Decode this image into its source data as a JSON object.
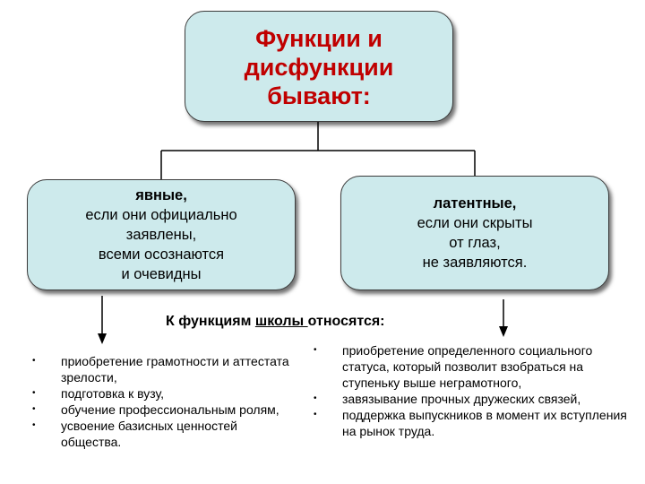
{
  "top_box": {
    "lines": [
      "Функции и",
      "дисфункции",
      "бывают:"
    ]
  },
  "left_box": {
    "lines": [
      "явные,",
      "если они официально",
      "заявлены,",
      "всеми осознаются",
      "и очевидны"
    ]
  },
  "right_box": {
    "lines": [
      "латентные,",
      "если они скрыты",
      "от глаз,",
      "не заявляются."
    ]
  },
  "heading": {
    "prefix": "К функциям ",
    "underlined": "школы ",
    "suffix": "относятся:"
  },
  "left_list": [
    "приобретение грамотности и аттестата зрелости,",
    "подготовка к вузу,",
    "обучение профессиональным ролям,",
    "усвоение базисных ценностей общества."
  ],
  "right_list": [
    "приобретение определенного социального статуса, который позволит взобраться на ступеньку выше неграмотного,",
    "завязывание прочных дружеских связей,",
    "поддержка выпускников в момент их вступления на рынок труда."
  ],
  "colors": {
    "box_fill": "#cdeaec",
    "title_red": "#c00000"
  }
}
